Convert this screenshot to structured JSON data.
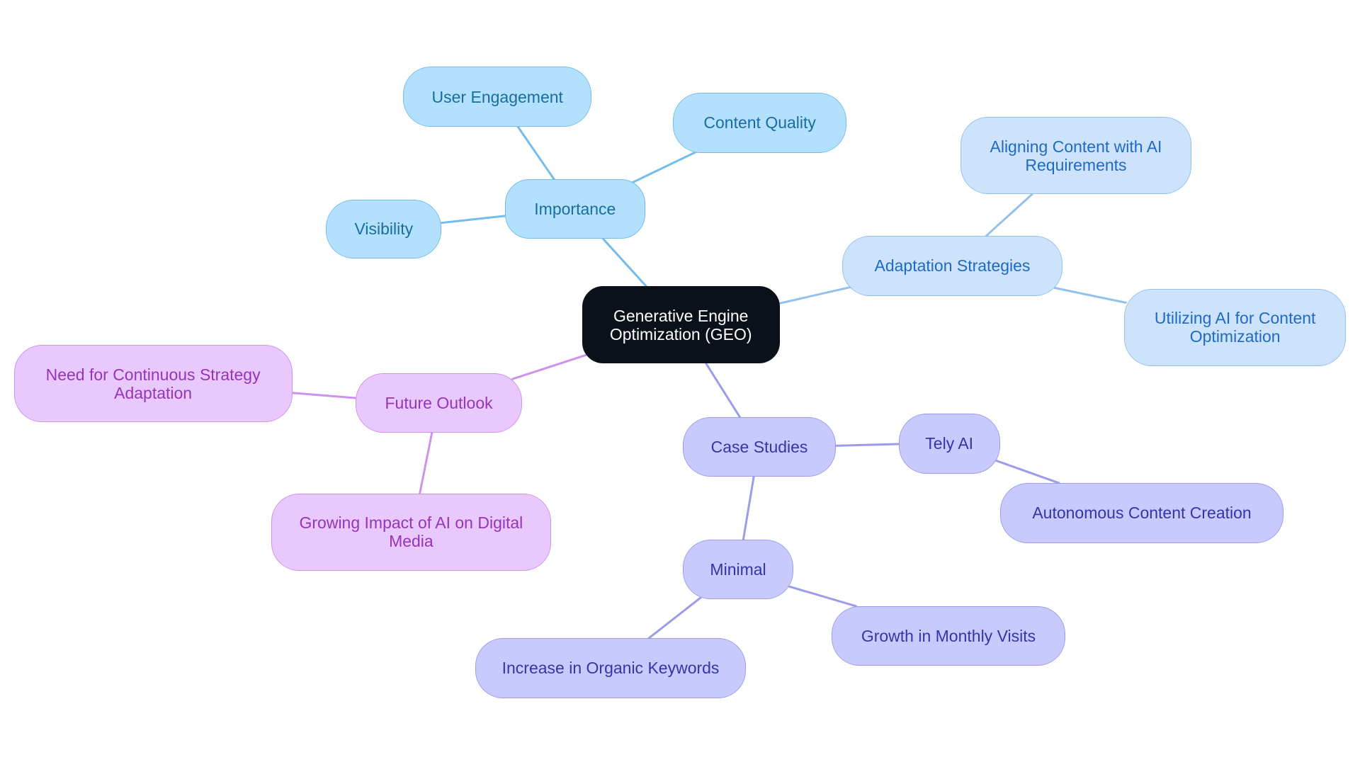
{
  "diagram": {
    "root": {
      "id": "geo",
      "label": "Generative Engine Optimization (GEO)"
    },
    "branches": [
      {
        "id": "importance",
        "label": "Importance",
        "colors": {
          "fill": "#b3e0fd",
          "stroke": "#74bdea",
          "text": "#1a6e9e",
          "edge": "#74bdea"
        },
        "children": [
          {
            "id": "user-engagement",
            "label": "User Engagement"
          },
          {
            "id": "content-quality",
            "label": "Content Quality"
          },
          {
            "id": "visibility",
            "label": "Visibility"
          }
        ]
      },
      {
        "id": "adaptation-strategies",
        "label": "Adaptation Strategies",
        "colors": {
          "fill": "#cde2fb",
          "stroke": "#93c1ee",
          "text": "#1f6bc4",
          "edge": "#93c1ee"
        },
        "children": [
          {
            "id": "aligning-content",
            "label": "Aligning Content with AI Requirements"
          },
          {
            "id": "utilizing-ai",
            "label": "Utilizing AI for Content Optimization"
          }
        ]
      },
      {
        "id": "case-studies",
        "label": "Case Studies",
        "colors": {
          "fill": "#c8c9fd",
          "stroke": "#9b9de9",
          "text": "#3336a6",
          "edge": "#9b9de9"
        },
        "children": [
          {
            "id": "tely-ai",
            "label": "Tely AI",
            "children": [
              {
                "id": "autonomous-content",
                "label": "Autonomous Content Creation"
              }
            ]
          },
          {
            "id": "minimal",
            "label": "Minimal",
            "children": [
              {
                "id": "growth-monthly-visits",
                "label": "Growth in Monthly Visits"
              },
              {
                "id": "increase-organic-keywords",
                "label": "Increase in Organic Keywords"
              }
            ]
          }
        ]
      },
      {
        "id": "future-outlook",
        "label": "Future Outlook",
        "colors": {
          "fill": "#e8c8fd",
          "stroke": "#cc92ec",
          "text": "#9635b6",
          "edge": "#cc92ec"
        },
        "children": [
          {
            "id": "continuous-strategy",
            "label": "Need for Continuous Strategy Adaptation"
          },
          {
            "id": "growing-impact",
            "label": "Growing Impact of AI on Digital Media"
          }
        ]
      }
    ]
  }
}
